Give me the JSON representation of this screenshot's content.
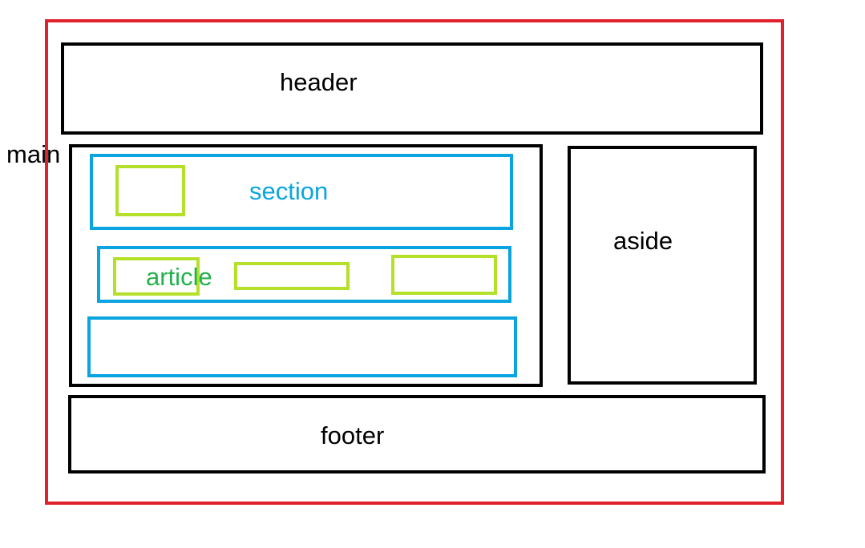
{
  "labels": {
    "header": "header",
    "main": "main",
    "section": "section",
    "article": "article",
    "aside": "aside",
    "footer": "footer"
  },
  "colors": {
    "outer_border": "#e0202a",
    "layout_border": "#000000",
    "section_border": "#0aa5e0",
    "inner_box_border": "#b5e02a",
    "section_text": "#0aa5e0",
    "article_text": "#22b24c"
  }
}
